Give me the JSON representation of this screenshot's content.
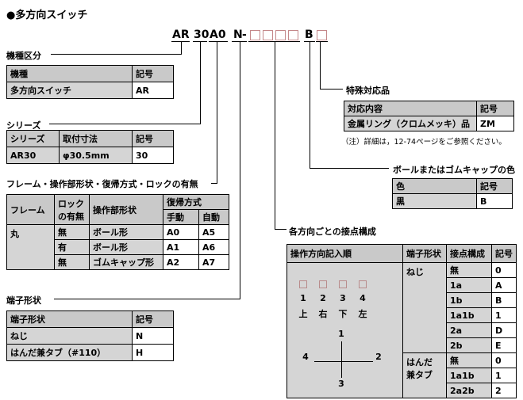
{
  "title": "●多方向スイッチ",
  "model": {
    "seg_ar": "AR",
    "seg_30": "30",
    "seg_a0": "A0",
    "seg_n": "N",
    "hyphen": "-",
    "seg_b": "B"
  },
  "kishu": {
    "label": "機種区分",
    "h_kind": "機種",
    "h_code": "記号",
    "kind": "多方向スイッチ",
    "code": "AR"
  },
  "series": {
    "label": "シリーズ",
    "h_series": "シリーズ",
    "h_mount": "取付寸法",
    "h_code": "記号",
    "series": "AR30",
    "mount": "φ30.5mm",
    "code": "30"
  },
  "frame": {
    "label": "フレーム・操作部形状・復帰方式・ロックの有無",
    "h_frame": "フレーム",
    "h_lock1": "ロック",
    "h_lock2": "の有無",
    "h_shape": "操作部形状",
    "h_recovery": "復帰方式",
    "h_manual": "手動",
    "h_auto": "自動",
    "frame_value": "丸",
    "rows": [
      {
        "lock": "無",
        "shape": "ボール形",
        "manual": "A0",
        "auto": "A5"
      },
      {
        "lock": "有",
        "shape": "ボール形",
        "manual": "A1",
        "auto": "A6"
      },
      {
        "lock": "無",
        "shape": "ゴムキャップ形",
        "manual": "A2",
        "auto": "A7"
      }
    ]
  },
  "terminal": {
    "label": "端子形状",
    "h_term": "端子形状",
    "h_code": "記号",
    "rows": [
      {
        "term": "ねじ",
        "code": "N"
      },
      {
        "term": "はんだ兼タブ（#110）",
        "code": "H"
      }
    ]
  },
  "special": {
    "label": "特殊対応品",
    "h_content": "対応内容",
    "h_code": "記号",
    "content": "金属リング（クロムメッキ）品",
    "code": "ZM",
    "note": "（注）詳細は，12-74ページをご参照ください。"
  },
  "capcolor": {
    "label": "ボールまたはゴムキャップの色",
    "h_color": "色",
    "h_code": "記号",
    "color": "黒",
    "code": "B"
  },
  "contact": {
    "label": "各方向ごとの接点構成",
    "h_order": "操作方向記入順",
    "h_term": "端子形状",
    "h_config": "接点構成",
    "h_code": "記号",
    "screw": {
      "name": "ねじ",
      "rows": [
        {
          "config": "無",
          "code": "0"
        },
        {
          "config": "1a",
          "code": "A"
        },
        {
          "config": "1b",
          "code": "B"
        },
        {
          "config": "1a1b",
          "code": "1"
        },
        {
          "config": "2a",
          "code": "D"
        },
        {
          "config": "2b",
          "code": "E"
        }
      ]
    },
    "solder": {
      "name1": "はんだ",
      "name2": "兼タブ",
      "rows": [
        {
          "config": "無",
          "code": "0"
        },
        {
          "config": "1a1b",
          "code": "1"
        },
        {
          "config": "2a2b",
          "code": "2"
        }
      ]
    },
    "diagram": {
      "numbers": [
        "1",
        "2",
        "3",
        "4"
      ],
      "directions": [
        "上",
        "右",
        "下",
        "左"
      ],
      "cross_top": "1",
      "cross_right": "2",
      "cross_bottom": "3",
      "cross_left": "4"
    }
  },
  "colors": {
    "header_bg": "#c9c9c9",
    "cell_bg": "#d5d5d5",
    "code_bg": "#ffffff",
    "box_outline": "#c4888a",
    "line": "#000000"
  }
}
